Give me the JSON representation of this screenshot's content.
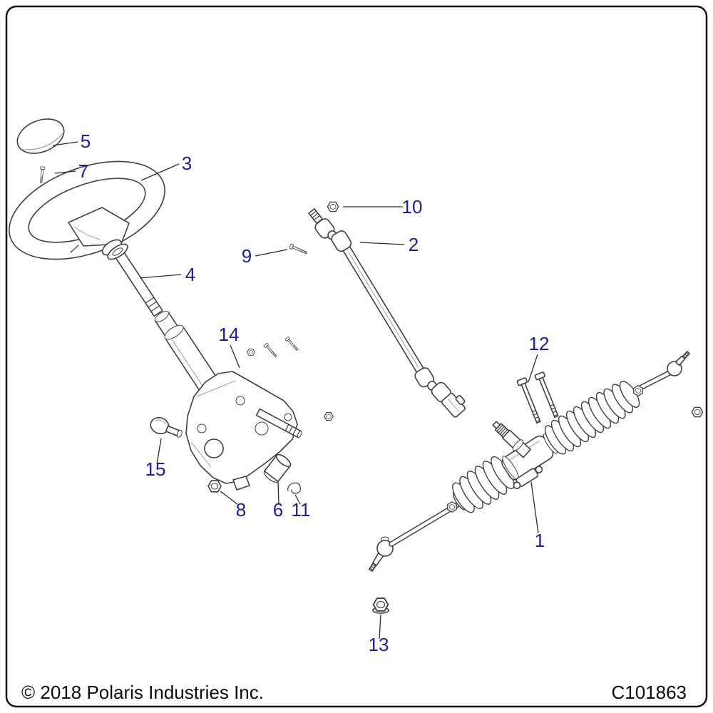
{
  "footer": {
    "copyright": "© 2018 Polaris Industries Inc.",
    "part_code": "C101863"
  },
  "colors": {
    "callout": "#1d1d9f",
    "leader_line": "#2b2b2b",
    "artwork_line": "#3f3f3f",
    "background": "#ffffff"
  },
  "callouts": {
    "c1": "1",
    "c2": "2",
    "c3": "3",
    "c4": "4",
    "c5": "5",
    "c6": "6",
    "c7": "7",
    "c8": "8",
    "c9": "9",
    "c10": "10",
    "c11": "11",
    "c12": "12",
    "c13": "13",
    "c14": "14",
    "c15": "15"
  }
}
